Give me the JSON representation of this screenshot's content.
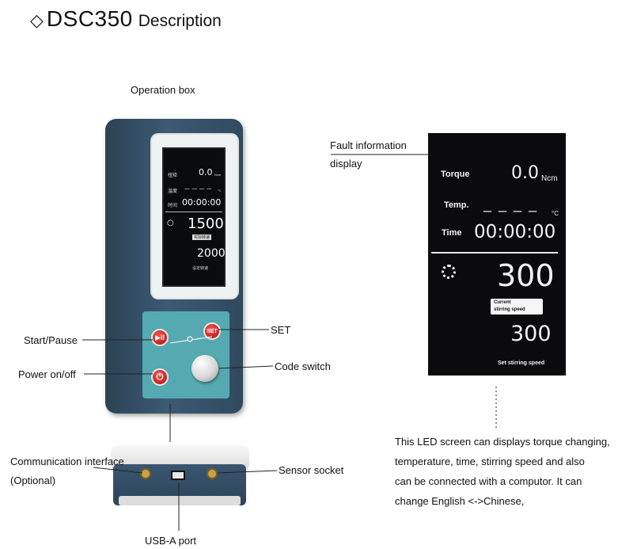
{
  "header": {
    "diamond": "◇",
    "model": "DSC350",
    "subtitle": "Description"
  },
  "device": {
    "caption": "Operation box",
    "screen": {
      "torque_label": "扭矩",
      "torque_value": "0.0",
      "torque_unit": "Ncm",
      "temp_label": "温度",
      "temp_value": "— — — —",
      "temp_unit": "°C",
      "time_label": "时间",
      "time_value": "00:00:00",
      "current_speed": "1500",
      "current_speed_tag": "实际转速",
      "set_speed": "2000",
      "set_speed_tag": "设定转速"
    },
    "buttons": {
      "start_pause_glyph": "▶II",
      "set_glyph": "SET",
      "power_glyph": "⏻"
    }
  },
  "callouts": {
    "start_pause": "Start/Pause",
    "set": "SET",
    "power": "Power on/off",
    "code_switch": "Code switch",
    "communication": "Communication interface",
    "optional": "(Optional)",
    "sensor": "Sensor socket",
    "usb": "USB-A port",
    "fault_line1": "Fault information",
    "fault_line2": "display"
  },
  "led_screen": {
    "torque_label": "Torque",
    "torque_value": "0.0",
    "torque_unit": "Ncm",
    "temp_label": "Temp.",
    "temp_value": "_ _ _ _",
    "temp_unit": "°C",
    "time_label": "Time",
    "time_value": "00:00:00",
    "current_speed": "300",
    "current_tag_line1": "Current",
    "current_tag_line2": "stirring speed",
    "set_speed": "300",
    "set_tag": "Set stirring speed"
  },
  "description": [
    "This LED screen can displays torque changing,",
    "temperature, time, stirring speed and also",
    "can be connected with a computor. It can",
    "change English <->Chinese,"
  ],
  "colors": {
    "device_body": "#34506a",
    "panel": "#55a9b0",
    "button_red": "#d7282a",
    "screen_bg": "#0b0b0d"
  }
}
